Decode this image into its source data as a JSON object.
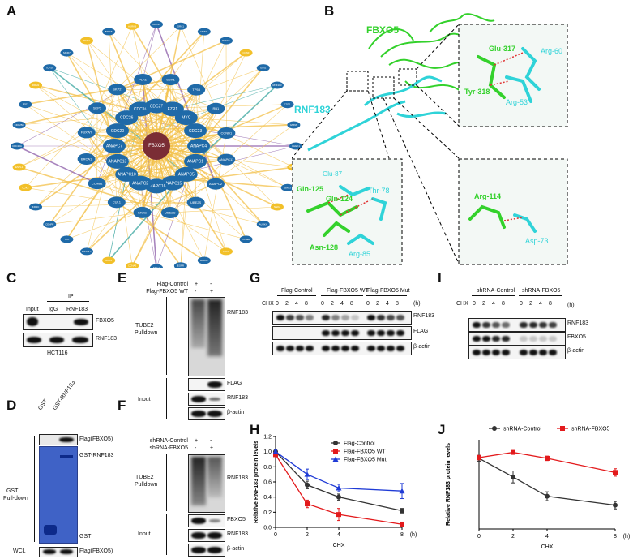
{
  "panels": {
    "A": "A",
    "B": "B",
    "C": "C",
    "D": "D",
    "E": "E",
    "F": "F",
    "G": "G",
    "H": "H",
    "I": "I",
    "J": "J"
  },
  "network": {
    "center": "FBXO5",
    "core_nodes": [
      "ANAPC4",
      "ANAPC1",
      "ANAPC5",
      "ANAPC15",
      "ANAPC16",
      "ANAPC2",
      "ANAPC10",
      "ANAPC13",
      "ANAPC7",
      "CDC20",
      "CDC26",
      "CDC16",
      "CDC27",
      "FZR1",
      "MYC",
      "CDC23",
      "ANAPC11",
      "ANAPC2",
      "UBE2S",
      "UBE2C",
      "KRAS",
      "CUL1",
      "CCNB1",
      "BRCA1",
      "FBXW7",
      "SKP1",
      "SKP2",
      "PLK1",
      "CDK1",
      "TP53",
      "RB1",
      "CCND1"
    ],
    "outer_nodes": [
      "CHEK1",
      "MAPK1",
      "SMC3",
      "NEK2",
      "AURKA",
      "CCNE1",
      "CDC6",
      "RAD21",
      "EGFR",
      "MCL1",
      "CCNA2",
      "BUB1",
      "MAD2L1",
      "TTK",
      "CENPF",
      "KIF2C",
      "CDK2",
      "ESPL1",
      "CDC25A",
      "CDC25C",
      "E2F1",
      "RRM2",
      "TOP2A",
      "MKI67",
      "PCNA",
      "BIRC5",
      "AURKB",
      "CDC45",
      "ORC1",
      "MCM2",
      "PTTG1",
      "CCNF",
      "EMI2",
      "RNF183",
      "CDT1",
      "GMNN"
    ],
    "colors": {
      "node_blue": "#1f6aa8",
      "node_yellow": "#f2c029",
      "center": "#7a2d35",
      "edge_yellow": "#f3c14a",
      "edge_purple": "#8b5ca8",
      "edge_teal": "#3aa6a0"
    }
  },
  "structure": {
    "fbxo5_label": "FBXO5",
    "rnf183_label": "RNF183",
    "inset1": {
      "a": "Glu-317",
      "b": "Arg-60",
      "c": "Tyr-318",
      "d": "Arg-53"
    },
    "inset2": {
      "a": "Glu-87",
      "b": "Gln-125",
      "c": "Gln-124",
      "d": "Thr-78",
      "e": "Asn-128",
      "f": "Arg-85"
    },
    "inset3": {
      "a": "Arg-114",
      "b": "Asp-73"
    },
    "colors": {
      "fbxo5": "#33d12b",
      "rnf183": "#2fd3d8"
    }
  },
  "panel_c": {
    "ip": "IP",
    "lanes": [
      "Input",
      "IgG",
      "RNF183"
    ],
    "rows": [
      "FBXO5",
      "RNF183"
    ],
    "cell": "HCT116"
  },
  "panel_d": {
    "lanes": [
      "GST",
      "GST-RNF183"
    ],
    "left": "GST\nPull-down",
    "left_a": "GST",
    "left_b": "Pull-down",
    "labels": [
      "Flag(FBXO5)",
      "GST-RNF183",
      "GST"
    ],
    "wcl": "WCL",
    "wcl_label": "Flag(FBXO5)"
  },
  "panel_e": {
    "rows": [
      {
        "label": "Flag-Control",
        "signs": [
          "+",
          "-"
        ]
      },
      {
        "label": "Flag-FBXO5 WT",
        "signs": [
          "-",
          "+"
        ]
      }
    ],
    "tube": "TUBE2",
    "pulldown": "Pulldown",
    "input": "Input",
    "right": [
      "RNF183",
      "FLAG",
      "RNF183",
      "β-actin"
    ]
  },
  "panel_f": {
    "rows": [
      {
        "label": "shRNA-Control",
        "signs": [
          "+",
          "-"
        ]
      },
      {
        "label": "shRNA-FBXO5",
        "signs": [
          "-",
          "+"
        ]
      }
    ],
    "tube": "TUBE2",
    "pulldown": "Pulldown",
    "input": "Input",
    "right": [
      "RNF183",
      "FBXO5",
      "RNF183",
      "β-actin"
    ]
  },
  "panel_g": {
    "groups": [
      "Flag-Control",
      "Flag-FBXO5 WT",
      "Flag-FBXO5 Mut"
    ],
    "chx": "CHX",
    "times": [
      "0",
      "2",
      "4",
      "8"
    ],
    "unit": "(h)",
    "right": [
      "RNF183",
      "FLAG",
      "β-actin"
    ]
  },
  "panel_i": {
    "groups": [
      "shRNA-Control",
      "shRNA-FBXO5"
    ],
    "chx": "CHX",
    "times": [
      "0",
      "2",
      "4",
      "8"
    ],
    "unit": "(h)",
    "right": [
      "RNF183",
      "FBXO5",
      "β-actin"
    ]
  },
  "chart_data": [
    {
      "type": "line",
      "panel": "H",
      "x": [
        0,
        2,
        4,
        8
      ],
      "xlabel": "CHX",
      "x_unit": "(h)",
      "ylabel": "Relative RNF183  protein levels",
      "ylim": [
        0.0,
        1.2
      ],
      "yticks": [
        "0.0",
        "0.2",
        "0.4",
        "0.6",
        "0.8",
        "1.0",
        "1.2"
      ],
      "legend_position": "top-right",
      "series": [
        {
          "name": "Flag-Control",
          "color": "#333333",
          "marker": "circle",
          "values": [
            1.0,
            0.56,
            0.4,
            0.22
          ],
          "err": [
            0.02,
            0.05,
            0.04,
            0.03
          ]
        },
        {
          "name": "Flag-FBXO5 WT",
          "color": "#e31a1c",
          "marker": "square",
          "values": [
            0.96,
            0.31,
            0.17,
            0.04
          ],
          "err": [
            0.02,
            0.05,
            0.08,
            0.03
          ]
        },
        {
          "name": "Flag-FBXO5 Mut",
          "color": "#1f3bd6",
          "marker": "triangle",
          "values": [
            1.0,
            0.7,
            0.52,
            0.48
          ],
          "err": [
            0.02,
            0.07,
            0.05,
            0.1
          ]
        }
      ]
    },
    {
      "type": "line",
      "panel": "J",
      "x": [
        0,
        2,
        4,
        8
      ],
      "xlabel": "CHX",
      "x_unit": "(h)",
      "ylabel": "Relative RNF183  protein levels",
      "legend_position": "top",
      "series": [
        {
          "name": "shRNA-Control",
          "color": "#333333",
          "marker": "circle",
          "values": [
            0.95,
            0.7,
            0.44,
            0.32
          ],
          "err": [
            0.04,
            0.08,
            0.06,
            0.05
          ]
        },
        {
          "name": "shRNA-FBXO5",
          "color": "#e31a1c",
          "marker": "square",
          "values": [
            0.96,
            1.03,
            0.95,
            0.76
          ],
          "err": [
            0.03,
            0.02,
            0.03,
            0.05
          ]
        }
      ]
    }
  ]
}
